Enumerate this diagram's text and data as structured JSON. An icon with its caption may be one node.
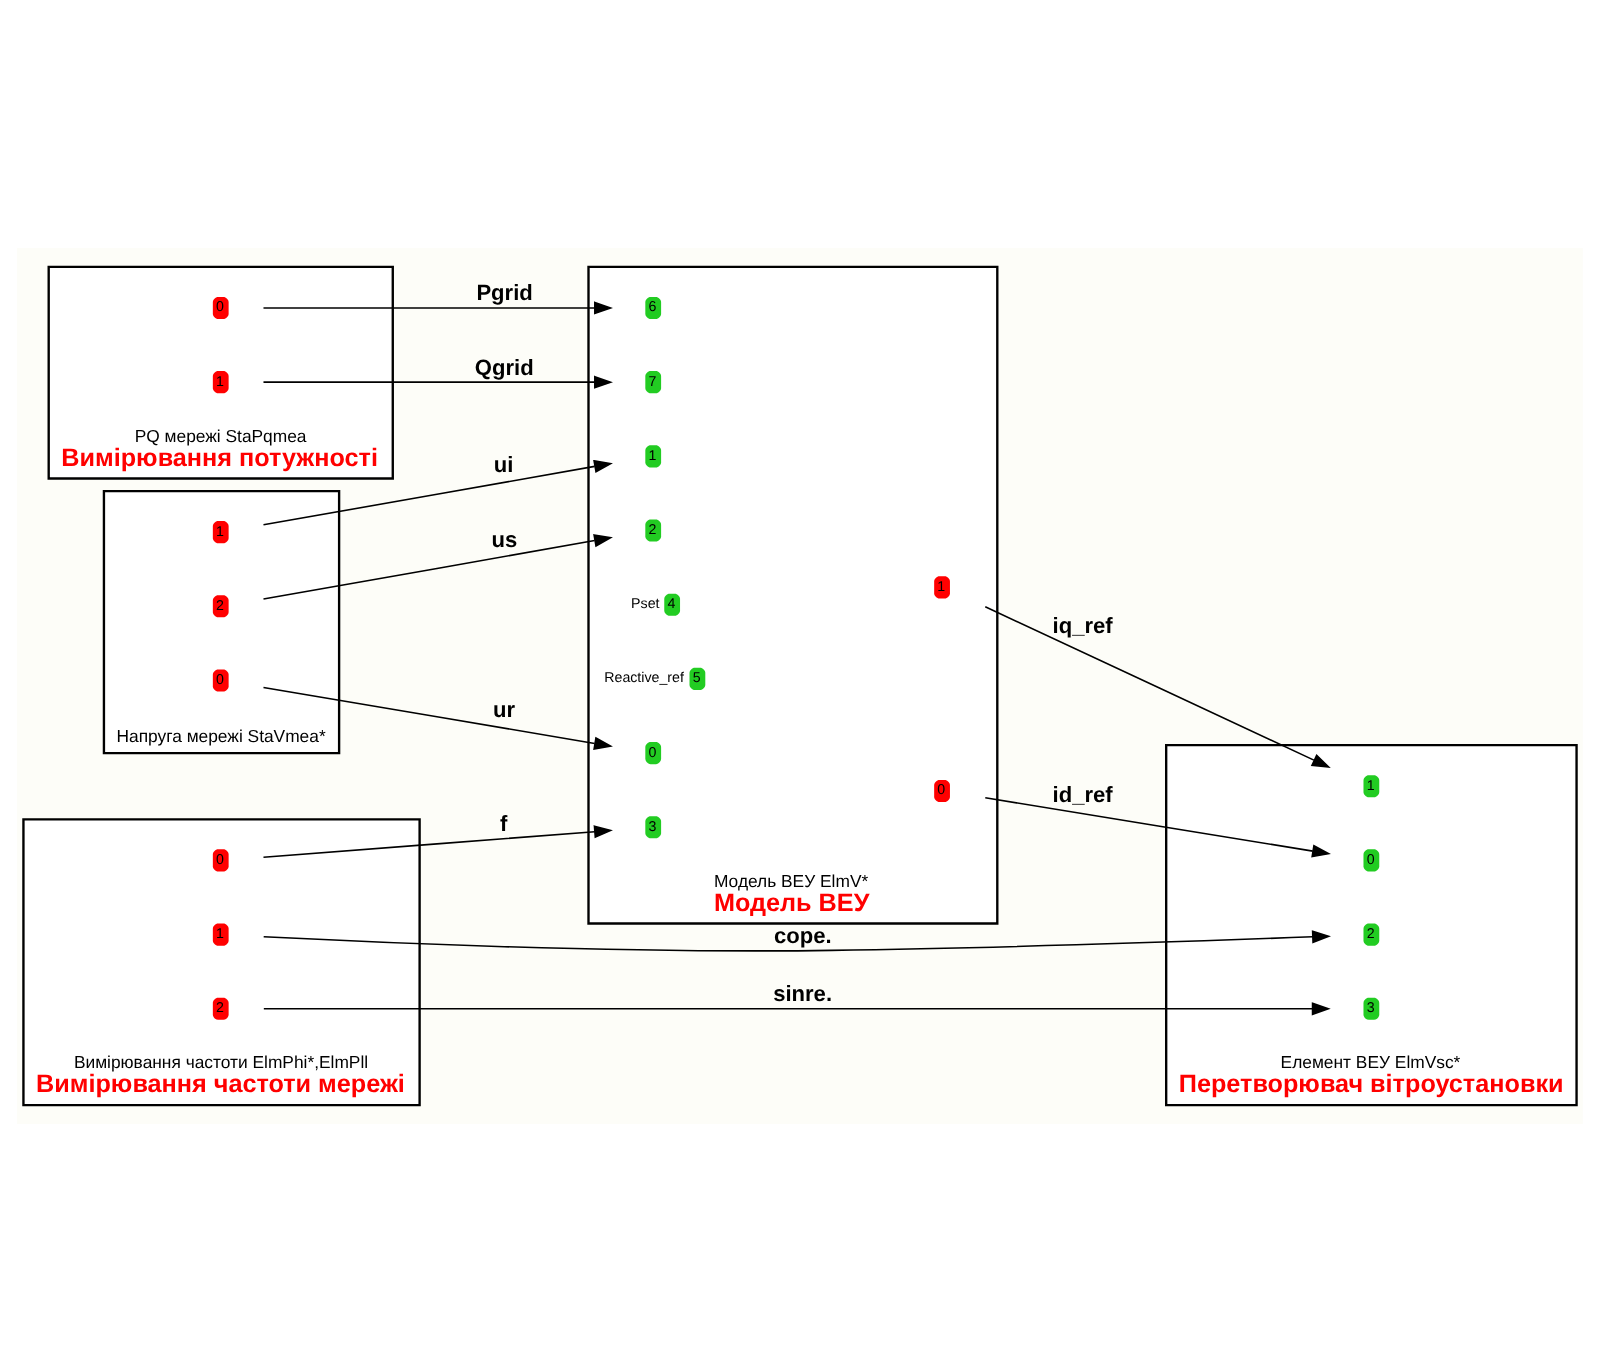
{
  "diagram": {
    "nodes": [
      {
        "text": [
          "Напруга мережі StaVmea*"
        ]
      },
      {
        "text": [
          "0"
        ],
        "in": 0
      },
      {
        "text": [
          "1"
        ],
        "in": 0
      },
      {
        "text": [
          "2"
        ],
        "in": 0
      },
      {
        "text": [
          "Вимірювання частоти ElmPhi*,ElmPll"
        ],
        "beside": [
          "Вимірювання частоти мережі"
        ]
      },
      {
        "text": [
          "0"
        ],
        "in": 4
      },
      {
        "text": [
          "1"
        ],
        "in": 4
      },
      {
        "text": [
          "2"
        ],
        "in": 4
      },
      {
        "text": [
          "PQ мережі StaPqmea"
        ],
        "beside": [
          "Вимірювання потужності"
        ]
      },
      {
        "text": [
          "0"
        ],
        "in": 8
      },
      {
        "text": [
          "1"
        ],
        "in": 8
      },
      {
        "text": [
          "Модель ВЕУ ElmV*"
        ],
        "beside": [
          "Модель ВЕУ"
        ]
      },
      {
        "text": [
          "0"
        ],
        "in": 11
      },
      {
        "text": [
          "1"
        ],
        "in": 11
      },
      {
        "text": [
          "2"
        ],
        "in": 11
      },
      {
        "text": [
          "3"
        ],
        "in": 11
      },
      {
        "text": [
          "4"
        ],
        "in": 11,
        "beside": [
          "Pset"
        ]
      },
      {
        "text": [
          "5"
        ],
        "in": 11,
        "beside": [
          "Reactive_ref"
        ]
      },
      {
        "text": [
          "6"
        ],
        "in": 11
      },
      {
        "text": [
          "7"
        ],
        "in": 11
      },
      {
        "text": [
          "0"
        ],
        "in": 11
      },
      {
        "text": [
          "1"
        ],
        "in": 11
      },
      {
        "text": [
          "Елемент ВЕУ ElmVsc*"
        ],
        "beside": [
          "Перетворювач вітроустановки"
        ]
      },
      {
        "text": [
          "0"
        ],
        "in": 22
      },
      {
        "text": [
          "1"
        ],
        "in": 22
      },
      {
        "text": [
          "2"
        ],
        "in": 22
      },
      {
        "text": [
          "3"
        ],
        "in": 22
      }
    ],
    "edges": [
      {
        "from": 1,
        "to": 12,
        "arrow": "to",
        "label": "ur"
      },
      {
        "from": 2,
        "to": 13,
        "arrow": "to",
        "label": "ui"
      },
      {
        "from": 3,
        "to": 14,
        "arrow": "to",
        "label": "us"
      },
      {
        "from": 5,
        "to": 15,
        "arrow": "to",
        "label": "f"
      },
      {
        "from": 6,
        "to": 25,
        "arrow": "to",
        "label": "cope."
      },
      {
        "from": 7,
        "to": 26,
        "arrow": "to",
        "label": "sinre."
      },
      {
        "from": 9,
        "to": 18,
        "arrow": "to",
        "label": "Pgrid"
      },
      {
        "from": 10,
        "to": 19,
        "arrow": "to",
        "label": "Qgrid"
      },
      {
        "from": 20,
        "to": 23,
        "arrow": "to",
        "label": "id_ref"
      },
      {
        "from": 21,
        "to": 24,
        "arrow": "to",
        "label": "iq_ref"
      }
    ]
  }
}
